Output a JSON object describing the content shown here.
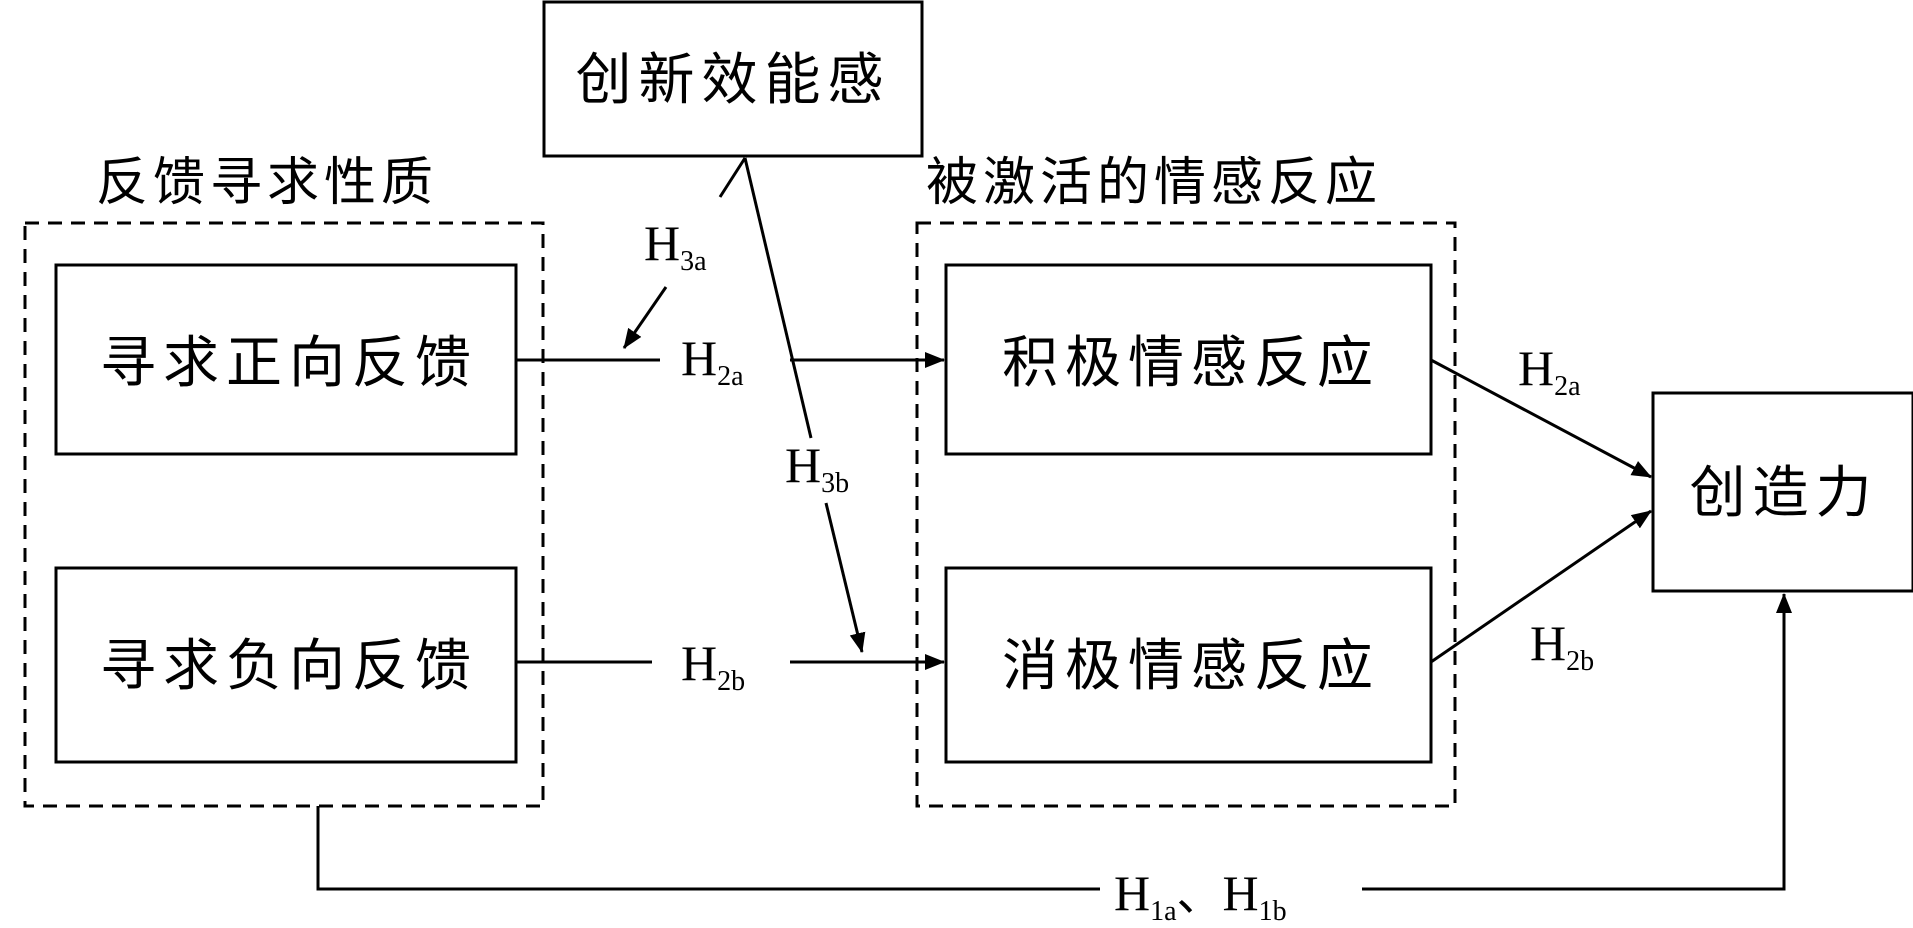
{
  "groups": {
    "feedback_seeking": "反馈寻求性质",
    "affective_response": "被激活的情感反应"
  },
  "nodes": {
    "innovation_efficacy": "创新效能感",
    "seek_positive": "寻求正向反馈",
    "seek_negative": "寻求负向反馈",
    "positive_affect": "积极情感反应",
    "negative_affect": "消极情感反应",
    "creativity": "创造力"
  },
  "hypotheses": {
    "h3a": {
      "main": "H",
      "sub": "3a"
    },
    "h3b": {
      "main": "H",
      "sub": "3b"
    },
    "h2a_left": {
      "main": "H",
      "sub": "2a"
    },
    "h2b_left": {
      "main": "H",
      "sub": "2b"
    },
    "h2a_right": {
      "main": "H",
      "sub": "2a"
    },
    "h2b_right": {
      "main": "H",
      "sub": "2b"
    },
    "h1a": {
      "main": "H",
      "sub": "1a"
    },
    "h1_sep": "、",
    "h1b": {
      "main": "H",
      "sub": "1b"
    }
  }
}
